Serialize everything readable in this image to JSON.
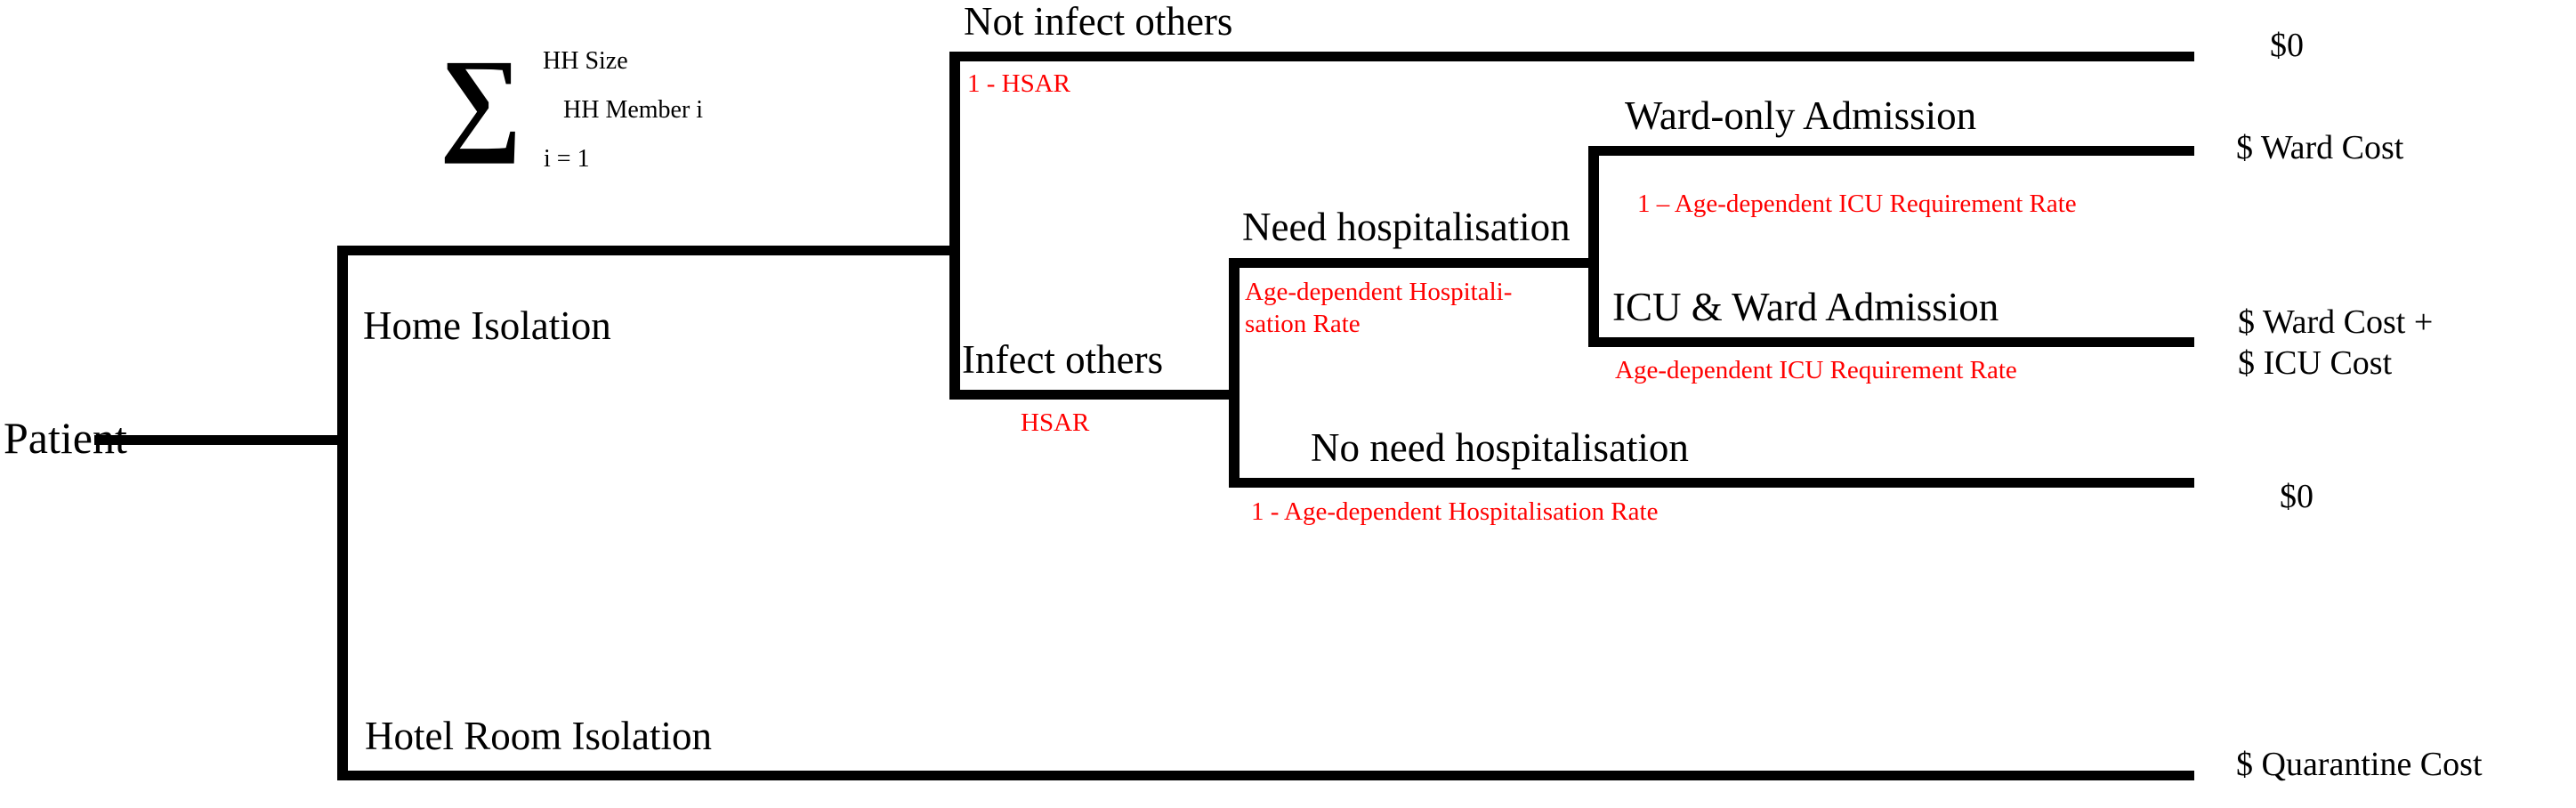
{
  "diagram": {
    "title": "COVID-19 patient isolation cost decision tree",
    "type": "decision-tree",
    "colors": {
      "line": "#000000",
      "node_text": "#000000",
      "probability_text": "#ff0000",
      "background": "#ffffff"
    }
  },
  "root": {
    "label": "Patient"
  },
  "summation": {
    "sigma": "∑",
    "upper": "HH Size",
    "index_body": "HH Member i",
    "lower": "i = 1"
  },
  "branches": {
    "home_isolation": {
      "label": "Home Isolation"
    },
    "hotel_isolation": {
      "label": "Hotel Room Isolation",
      "payoff": "$ Quarantine Cost"
    },
    "not_infect_others": {
      "label": "Not infect others",
      "probability": "1 - HSAR",
      "payoff": "$0"
    },
    "infect_others": {
      "label": "Infect others",
      "probability": "HSAR"
    },
    "need_hospitalisation": {
      "label": "Need hospitalisation",
      "probability_line1": "Age-dependent  Hospitali-",
      "probability_line2": "sation Rate"
    },
    "no_need_hospitalisation": {
      "label": "No need hospitalisation",
      "probability": "1 - Age-dependent Hospitalisation Rate",
      "payoff": "$0"
    },
    "ward_only_admission": {
      "label": "Ward-only Admission",
      "probability": "1 – Age-dependent ICU Requirement Rate",
      "payoff": "$ Ward Cost"
    },
    "icu_and_ward_admission": {
      "label": "ICU & Ward Admission",
      "probability": "Age-dependent ICU Requirement Rate",
      "payoff_line1": "$ Ward Cost +",
      "payoff_line2": "$ ICU Cost"
    }
  }
}
